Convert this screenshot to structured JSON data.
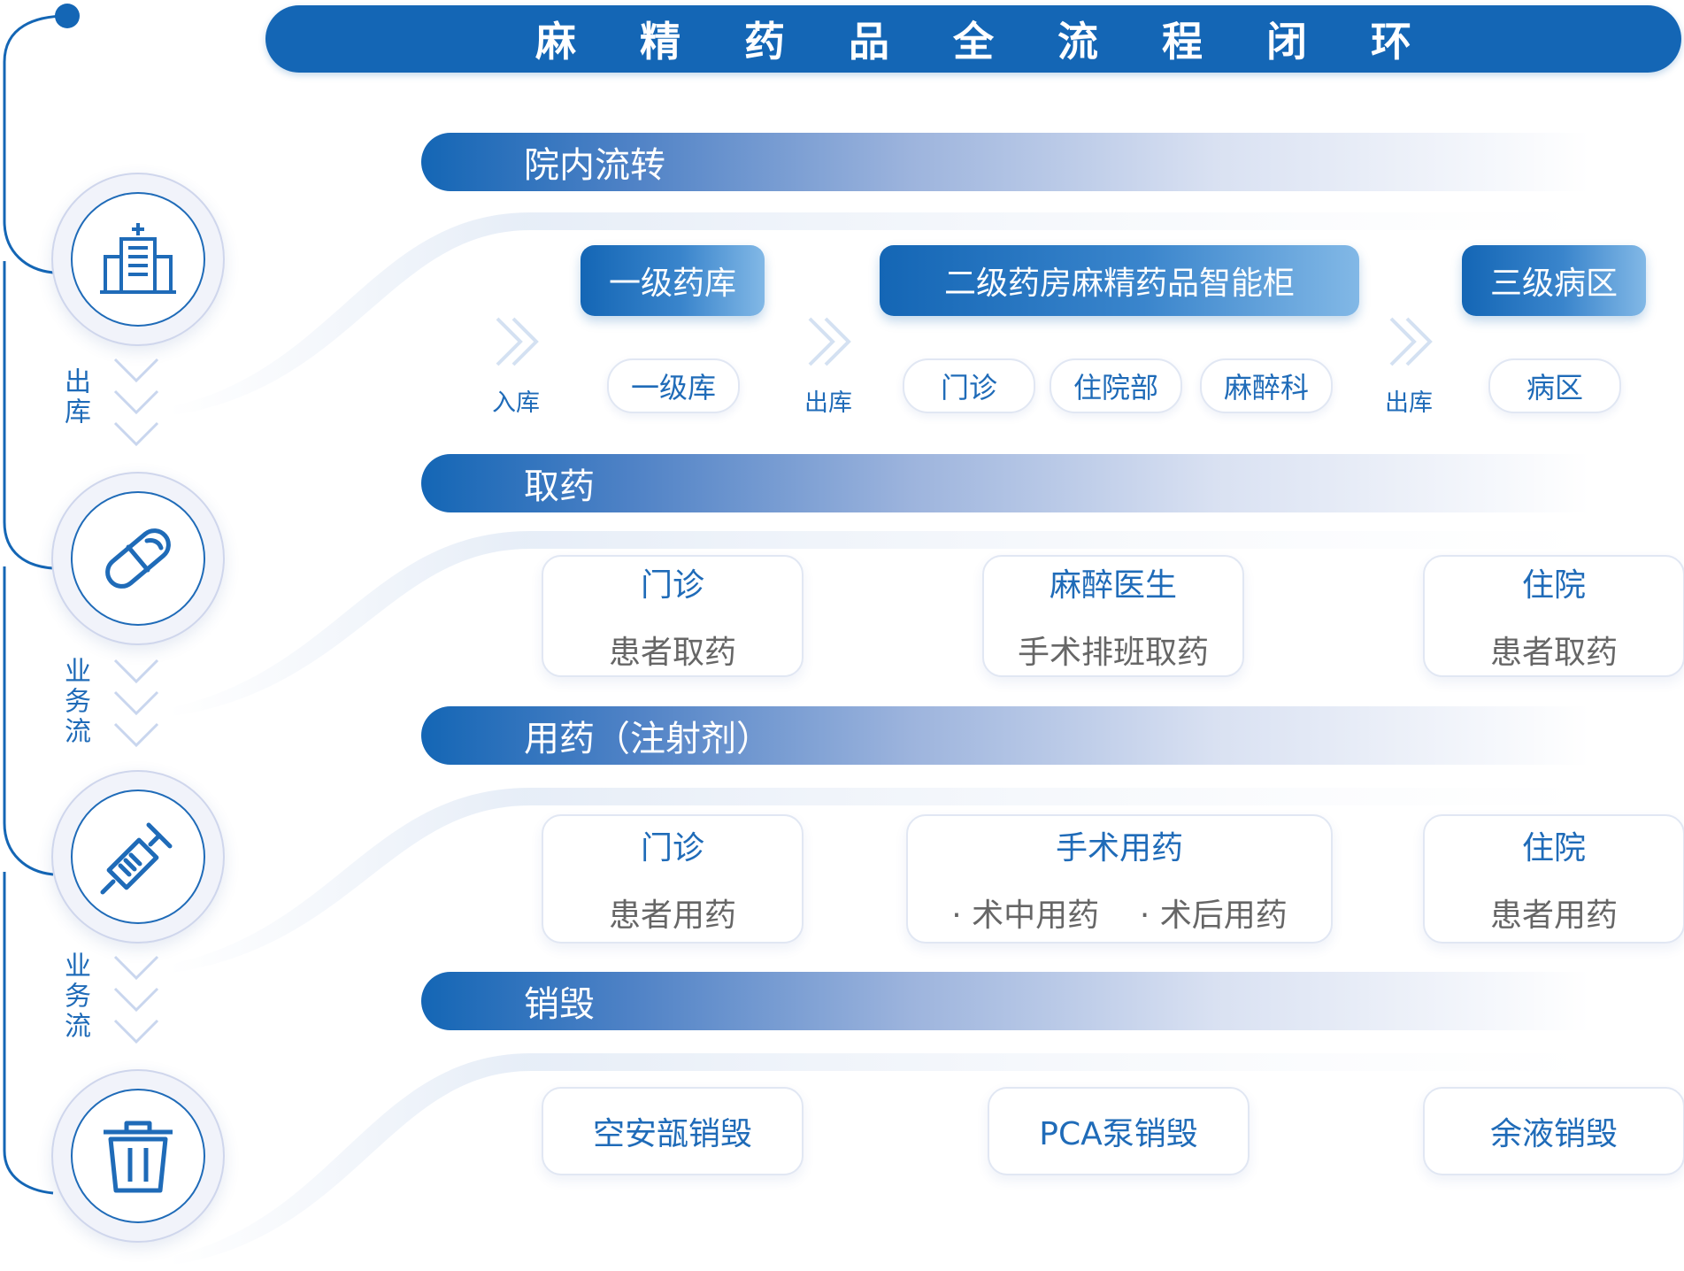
{
  "title": "麻 精 药 品 全 流 程 闭 环",
  "timeline": {
    "labels": [
      "出库",
      "业务流",
      "业务流"
    ]
  },
  "sections": {
    "transfer": {
      "title": "院内流转",
      "stages": [
        "一级药库",
        "二级药房麻精药品智能柜",
        "三级病区"
      ],
      "arrows": [
        "入库",
        "出库",
        "出库"
      ],
      "nodes": [
        "一级库",
        "门诊",
        "住院部",
        "麻醉科",
        "病区"
      ]
    },
    "pickup": {
      "title": "取药",
      "cards": [
        {
          "title": "门诊",
          "sub": "患者取药"
        },
        {
          "title": "麻醉医生",
          "sub": "手术排班取药"
        },
        {
          "title": "住院",
          "sub": "患者取药"
        }
      ]
    },
    "usage": {
      "title": "用药（注射剂）",
      "cards": [
        {
          "title": "门诊",
          "sub": "患者用药"
        },
        {
          "title": "手术用药",
          "sub": "· 术中用药    · 术后用药"
        },
        {
          "title": "住院",
          "sub": "患者用药"
        }
      ]
    },
    "destroy": {
      "title": "销毁",
      "cards": [
        "空安瓿销毁",
        "PCA泵销毁",
        "余液销毁"
      ]
    }
  },
  "colors": {
    "primary": "#1466b5",
    "text_gray": "#666666",
    "border": "#e1e7f3"
  },
  "icons": [
    "hospital-icon",
    "pill-icon",
    "syringe-icon",
    "trash-icon"
  ]
}
